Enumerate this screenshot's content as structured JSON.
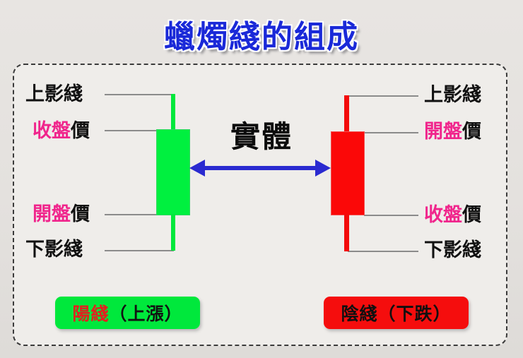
{
  "title": "蠟燭綫的組成",
  "colors": {
    "title_blue": "#1a29d8",
    "bullish_green": "#00f03f",
    "bearish_red": "#fb0808",
    "accent_pink": "#f0258c",
    "arrow_blue": "#2a2ad0",
    "leader_gray": "#8b8b8b",
    "panel_bg": "#efedea",
    "page_bg": "#e6e3e0"
  },
  "left_candle": {
    "type": "bullish",
    "labels": {
      "upper_shadow": "上影綫",
      "close_price_accent": "收盤",
      "close_price_tail": "價",
      "open_price_accent": "開盤",
      "open_price_tail": "價",
      "lower_shadow": "下影綫"
    }
  },
  "right_candle": {
    "type": "bearish",
    "labels": {
      "upper_shadow": "上影綫",
      "open_price_accent": "開盤",
      "open_price_tail": "價",
      "close_price_accent": "收盤",
      "close_price_tail": "價",
      "lower_shadow": "下影綫"
    }
  },
  "center": {
    "body_label": "實體",
    "arrow_icon": "double-headed-horizontal-arrow"
  },
  "legend": {
    "bullish": {
      "name": "陽綫",
      "meaning": "（上漲）"
    },
    "bearish": {
      "full": "陰綫（下跌）"
    }
  }
}
